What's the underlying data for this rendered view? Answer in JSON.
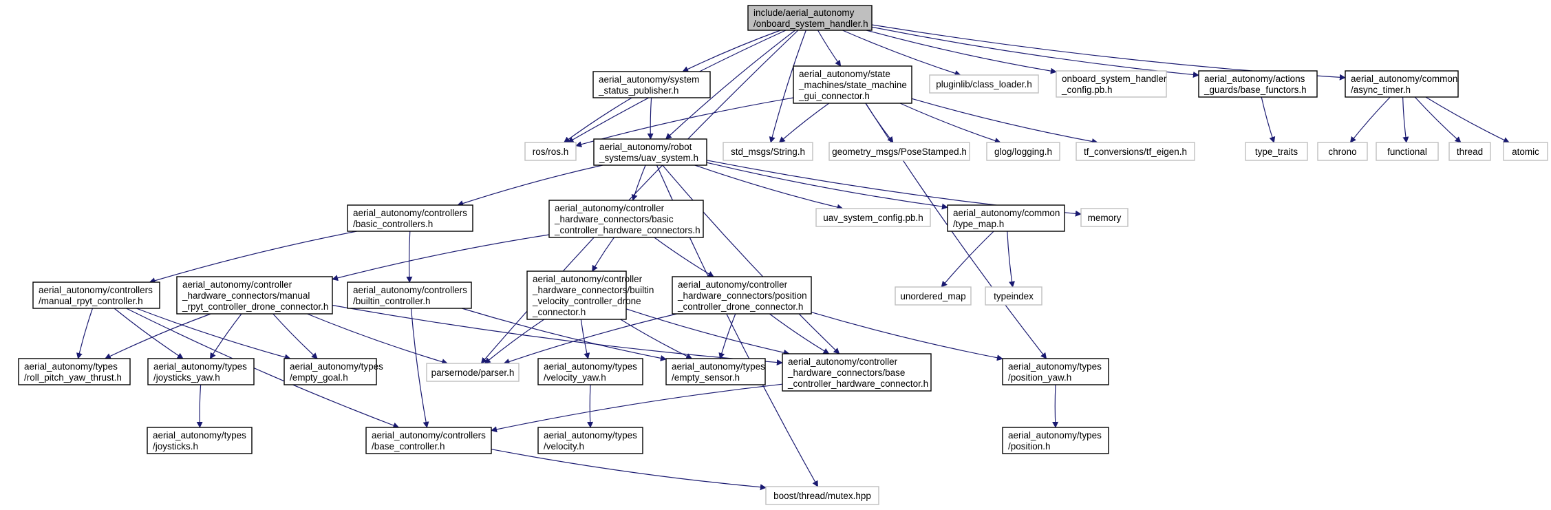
{
  "colors": {
    "edge": "#191970",
    "root_fill": "#bfbfbf",
    "node_border": "#000000",
    "external_border": "#bfbfbf",
    "background": "#ffffff"
  },
  "nodes": [
    {
      "id": "root",
      "lines": [
        "include/aerial_autonomy",
        "/onboard_system_handler.h"
      ],
      "kind": "root"
    },
    {
      "id": "ros",
      "lines": [
        "ros/ros.h"
      ],
      "kind": "external"
    },
    {
      "id": "parser",
      "lines": [
        "parsernode/parser.h"
      ],
      "kind": "external"
    },
    {
      "id": "status_pub",
      "lines": [
        "aerial_autonomy/system",
        "_status_publisher.h"
      ],
      "kind": "project"
    },
    {
      "id": "uav_system",
      "lines": [
        "aerial_autonomy/robot",
        "_systems/uav_system.h"
      ],
      "kind": "project"
    },
    {
      "id": "std_string",
      "lines": [
        "std_msgs/String.h"
      ],
      "kind": "external"
    },
    {
      "id": "gui_conn",
      "lines": [
        "aerial_autonomy/state",
        "_machines/state_machine",
        "_gui_connector.h"
      ],
      "kind": "project"
    },
    {
      "id": "class_loader",
      "lines": [
        "pluginlib/class_loader.h"
      ],
      "kind": "external"
    },
    {
      "id": "osh_config",
      "lines": [
        "onboard_system_handler",
        "_config.pb.h"
      ],
      "kind": "external"
    },
    {
      "id": "base_functors",
      "lines": [
        "aerial_autonomy/actions",
        "_guards/base_functors.h"
      ],
      "kind": "project"
    },
    {
      "id": "async_timer",
      "lines": [
        "aerial_autonomy/common",
        "/async_timer.h"
      ],
      "kind": "project"
    },
    {
      "id": "pose_stamped",
      "lines": [
        "geometry_msgs/PoseStamped.h"
      ],
      "kind": "external"
    },
    {
      "id": "glog",
      "lines": [
        "glog/logging.h"
      ],
      "kind": "external"
    },
    {
      "id": "tf_eigen",
      "lines": [
        "tf_conversions/tf_eigen.h"
      ],
      "kind": "external"
    },
    {
      "id": "type_traits",
      "lines": [
        "type_traits"
      ],
      "kind": "external"
    },
    {
      "id": "chrono",
      "lines": [
        "chrono"
      ],
      "kind": "external"
    },
    {
      "id": "functional",
      "lines": [
        "functional"
      ],
      "kind": "external"
    },
    {
      "id": "thread",
      "lines": [
        "thread"
      ],
      "kind": "external"
    },
    {
      "id": "atomic",
      "lines": [
        "atomic"
      ],
      "kind": "external"
    },
    {
      "id": "basic_controllers",
      "lines": [
        "aerial_autonomy/controllers",
        "/basic_controllers.h"
      ],
      "kind": "project"
    },
    {
      "id": "basic_hw_conns",
      "lines": [
        "aerial_autonomy/controller",
        "_hardware_connectors/basic",
        "_controller_hardware_connectors.h"
      ],
      "kind": "project"
    },
    {
      "id": "uav_config",
      "lines": [
        "uav_system_config.pb.h"
      ],
      "kind": "external"
    },
    {
      "id": "type_map",
      "lines": [
        "aerial_autonomy/common",
        "/type_map.h"
      ],
      "kind": "project"
    },
    {
      "id": "memory",
      "lines": [
        "memory"
      ],
      "kind": "external"
    },
    {
      "id": "manual_rpyt",
      "lines": [
        "aerial_autonomy/controllers",
        "/manual_rpyt_controller.h"
      ],
      "kind": "project"
    },
    {
      "id": "manual_rpyt_drone",
      "lines": [
        "aerial_autonomy/controller",
        "_hardware_connectors/manual",
        "_rpyt_controller_drone_connector.h"
      ],
      "kind": "project"
    },
    {
      "id": "builtin_ctrl",
      "lines": [
        "aerial_autonomy/controllers",
        "/builtin_controller.h"
      ],
      "kind": "project"
    },
    {
      "id": "builtin_vel_drone",
      "lines": [
        "aerial_autonomy/controller",
        "_hardware_connectors/builtin",
        "_velocity_controller_drone",
        "_connector.h"
      ],
      "kind": "project"
    },
    {
      "id": "pos_drone",
      "lines": [
        "aerial_autonomy/controller",
        "_hardware_connectors/position",
        "_controller_drone_connector.h"
      ],
      "kind": "project"
    },
    {
      "id": "unordered_map",
      "lines": [
        "unordered_map"
      ],
      "kind": "external"
    },
    {
      "id": "typeindex",
      "lines": [
        "typeindex"
      ],
      "kind": "external"
    },
    {
      "id": "rpyt",
      "lines": [
        "aerial_autonomy/types",
        "/roll_pitch_yaw_thrust.h"
      ],
      "kind": "project"
    },
    {
      "id": "joy_yaw",
      "lines": [
        "aerial_autonomy/types",
        "/joysticks_yaw.h"
      ],
      "kind": "project"
    },
    {
      "id": "empty_goal",
      "lines": [
        "aerial_autonomy/types",
        "/empty_goal.h"
      ],
      "kind": "project"
    },
    {
      "id": "vel_yaw",
      "lines": [
        "aerial_autonomy/types",
        "/velocity_yaw.h"
      ],
      "kind": "project"
    },
    {
      "id": "empty_sensor",
      "lines": [
        "aerial_autonomy/types",
        "/empty_sensor.h"
      ],
      "kind": "project"
    },
    {
      "id": "base_hw_conn",
      "lines": [
        "aerial_autonomy/controller",
        "_hardware_connectors/base",
        "_controller_hardware_connector.h"
      ],
      "kind": "project"
    },
    {
      "id": "pos_yaw",
      "lines": [
        "aerial_autonomy/types",
        "/position_yaw.h"
      ],
      "kind": "project"
    },
    {
      "id": "joysticks",
      "lines": [
        "aerial_autonomy/types",
        "/joysticks.h"
      ],
      "kind": "project"
    },
    {
      "id": "base_ctrl",
      "lines": [
        "aerial_autonomy/controllers",
        "/base_controller.h"
      ],
      "kind": "project"
    },
    {
      "id": "velocity",
      "lines": [
        "aerial_autonomy/types",
        "/velocity.h"
      ],
      "kind": "project"
    },
    {
      "id": "position",
      "lines": [
        "aerial_autonomy/types",
        "/position.h"
      ],
      "kind": "project"
    },
    {
      "id": "mutex",
      "lines": [
        "boost/thread/mutex.hpp"
      ],
      "kind": "external"
    }
  ],
  "edges": [
    [
      "root",
      "ros"
    ],
    [
      "root",
      "parser"
    ],
    [
      "root",
      "status_pub"
    ],
    [
      "root",
      "uav_system"
    ],
    [
      "root",
      "std_string"
    ],
    [
      "root",
      "gui_conn"
    ],
    [
      "root",
      "class_loader"
    ],
    [
      "root",
      "osh_config"
    ],
    [
      "root",
      "base_functors"
    ],
    [
      "root",
      "async_timer"
    ],
    [
      "status_pub",
      "ros"
    ],
    [
      "status_pub",
      "uav_system"
    ],
    [
      "gui_conn",
      "ros"
    ],
    [
      "gui_conn",
      "std_string"
    ],
    [
      "gui_conn",
      "pose_stamped"
    ],
    [
      "gui_conn",
      "glog"
    ],
    [
      "gui_conn",
      "tf_eigen"
    ],
    [
      "gui_conn",
      "pos_yaw"
    ],
    [
      "base_functors",
      "type_traits"
    ],
    [
      "async_timer",
      "chrono"
    ],
    [
      "async_timer",
      "functional"
    ],
    [
      "async_timer",
      "thread"
    ],
    [
      "async_timer",
      "atomic"
    ],
    [
      "uav_system",
      "basic_controllers"
    ],
    [
      "uav_system",
      "basic_hw_conns"
    ],
    [
      "uav_system",
      "uav_config"
    ],
    [
      "uav_system",
      "type_map"
    ],
    [
      "uav_system",
      "memory"
    ],
    [
      "uav_system",
      "base_hw_conn"
    ],
    [
      "uav_system",
      "mutex"
    ],
    [
      "basic_controllers",
      "manual_rpyt"
    ],
    [
      "basic_controllers",
      "builtin_ctrl"
    ],
    [
      "basic_hw_conns",
      "manual_rpyt_drone"
    ],
    [
      "basic_hw_conns",
      "builtin_vel_drone"
    ],
    [
      "basic_hw_conns",
      "pos_drone"
    ],
    [
      "type_map",
      "unordered_map"
    ],
    [
      "type_map",
      "typeindex"
    ],
    [
      "manual_rpyt",
      "rpyt"
    ],
    [
      "manual_rpyt",
      "joy_yaw"
    ],
    [
      "manual_rpyt",
      "empty_goal"
    ],
    [
      "manual_rpyt",
      "base_ctrl"
    ],
    [
      "manual_rpyt_drone",
      "rpyt"
    ],
    [
      "manual_rpyt_drone",
      "joy_yaw"
    ],
    [
      "manual_rpyt_drone",
      "empty_goal"
    ],
    [
      "manual_rpyt_drone",
      "parser"
    ],
    [
      "manual_rpyt_drone",
      "base_hw_conn"
    ],
    [
      "builtin_ctrl",
      "empty_sensor"
    ],
    [
      "builtin_ctrl",
      "base_ctrl"
    ],
    [
      "builtin_vel_drone",
      "parser"
    ],
    [
      "builtin_vel_drone",
      "vel_yaw"
    ],
    [
      "builtin_vel_drone",
      "empty_sensor"
    ],
    [
      "builtin_vel_drone",
      "base_hw_conn"
    ],
    [
      "pos_drone",
      "parser"
    ],
    [
      "pos_drone",
      "empty_sensor"
    ],
    [
      "pos_drone",
      "base_hw_conn"
    ],
    [
      "pos_drone",
      "pos_yaw"
    ],
    [
      "joy_yaw",
      "joysticks"
    ],
    [
      "vel_yaw",
      "velocity"
    ],
    [
      "pos_yaw",
      "position"
    ],
    [
      "base_hw_conn",
      "base_ctrl"
    ],
    [
      "base_ctrl",
      "mutex"
    ]
  ]
}
